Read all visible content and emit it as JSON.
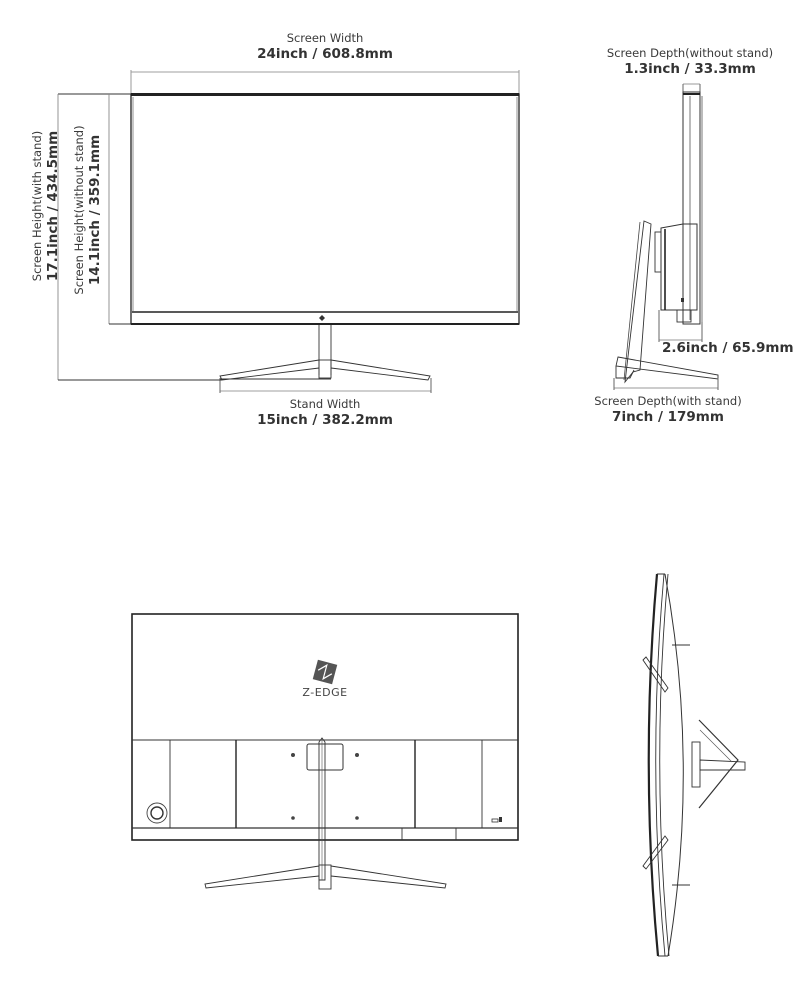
{
  "figure": {
    "views": [
      "front",
      "side",
      "back",
      "top"
    ],
    "brand": "Z-EDGE"
  },
  "dimensions": {
    "screen_width": {
      "label": "Screen Width",
      "value": "24inch / 608.8mm"
    },
    "screen_depth_without_stand": {
      "label": "Screen Depth(without stand)",
      "value": "1.3inch / 33.3mm"
    },
    "screen_height_with_stand": {
      "label": "Screen Height(with stand)",
      "value": "17.1inch / 434.5mm"
    },
    "screen_height_without_stand": {
      "label": "Screen Height(without stand)",
      "value": "14.1inch / 359.1mm"
    },
    "stand_width": {
      "label": "Stand Width",
      "value": "15inch / 382.2mm"
    },
    "stand_base_depth": {
      "value": "2.6inch / 65.9mm"
    },
    "screen_depth_with_stand": {
      "label": "Screen Depth(with stand)",
      "value": "7inch / 179mm"
    }
  },
  "colors": {
    "line": "#222222",
    "dim_line": "#888888",
    "text": "#333333"
  }
}
